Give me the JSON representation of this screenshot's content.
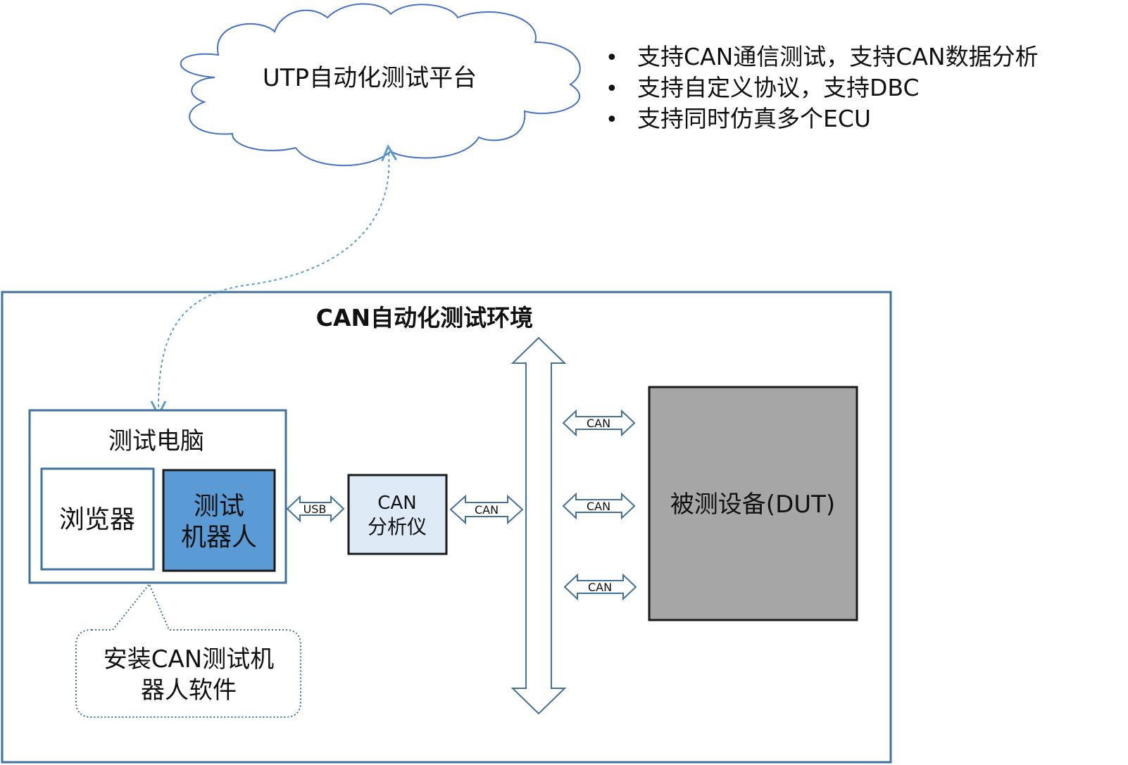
{
  "cloud": {
    "label": "UTP自动化测试平台"
  },
  "features": [
    "支持CAN通信测试，支持CAN数据分析",
    "支持自定义协议，支持DBC",
    "支持同时仿真多个ECU"
  ],
  "bullet_char": "•",
  "environment": {
    "title": "CAN自动化测试环境"
  },
  "test_pc": {
    "title": "测试电脑",
    "browser": "浏览器",
    "robot_line1": "测试",
    "robot_line2": "机器人"
  },
  "callout": {
    "line1": "安装CAN测试机",
    "line2": "器人软件"
  },
  "analyzer": {
    "line1": "CAN",
    "line2": "分析仪"
  },
  "links": {
    "usb": "USB",
    "can_analyzer": "CAN",
    "can_dut_1": "CAN",
    "can_dut_2": "CAN",
    "can_dut_3": "CAN"
  },
  "dut": {
    "label": "被测设备(DUT)"
  },
  "colors": {
    "outline_blue": "#41719C",
    "cloud_stroke": "#4472C4",
    "robot_fill": "#5B9BD5",
    "analyzer_fill": "#DEEBF7",
    "dut_fill": "#A6A6A6",
    "dotted_blue": "#5B9BD5"
  }
}
